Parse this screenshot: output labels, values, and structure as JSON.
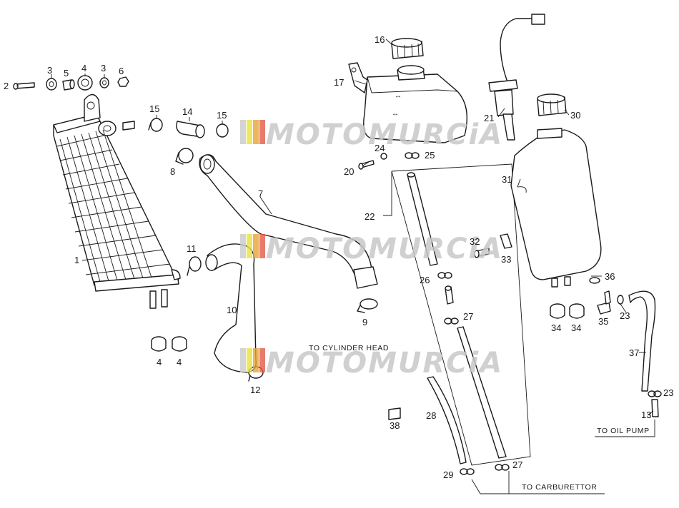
{
  "labels": {
    "l1": "1",
    "l2": "2",
    "l3a": "3",
    "l4a": "4",
    "l3b": "3",
    "l6": "6",
    "l5": "5",
    "l15a": "15",
    "l14": "14",
    "l15b": "15",
    "l8": "8",
    "l7": "7",
    "l11": "11",
    "l10": "10",
    "l9": "9",
    "l12": "12",
    "l4b": "4",
    "l4c": "4",
    "l16": "16",
    "l17": "17",
    "l24": "24",
    "l25": "25",
    "l20": "20",
    "l22": "22",
    "l26": "26",
    "l27a": "27",
    "l28": "28",
    "l29": "29",
    "l27b": "27",
    "l38": "38",
    "l21": "21",
    "l30": "30",
    "l31": "31",
    "l32": "32",
    "l33": "33",
    "l36": "36",
    "l34a": "34",
    "l34b": "34",
    "l35": "35",
    "l23a": "23",
    "l37": "37",
    "l23b": "23",
    "l13": "13"
  },
  "notes": {
    "cylinder_head": "TO CYLINDER HEAD",
    "carburettor": "TO CARBURETTOR",
    "oil_pump": "TO OIL PUMP"
  },
  "watermark": {
    "text": "MOTOMURCiA",
    "stripe_colors": [
      "#e8e23a",
      "#e9a23a",
      "#e35a4a",
      "#c9c9c9"
    ]
  }
}
